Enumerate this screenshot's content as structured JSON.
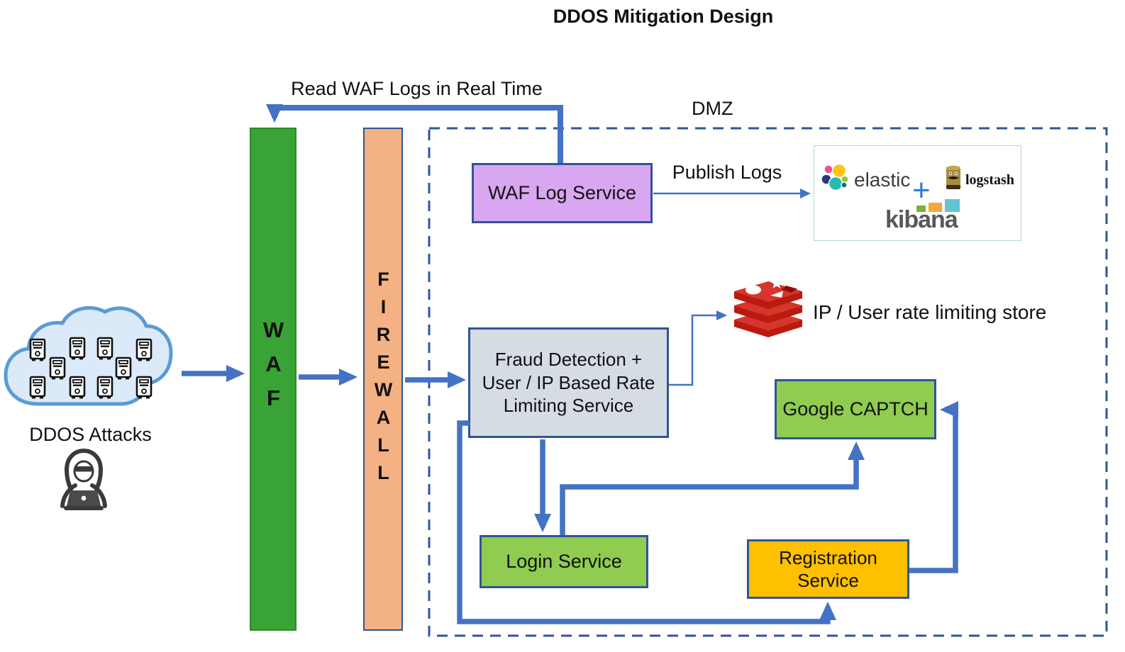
{
  "title": "DDOS Mitigation Design",
  "dmz_label": "DMZ",
  "annotations": {
    "read_waf_logs": "Read WAF Logs in Real Time",
    "publish_logs": "Publish Logs",
    "ddos_attacks": "DDOS Attacks",
    "rate_limit_store": "IP / User rate limiting store"
  },
  "nodes": {
    "waf": {
      "label": "WAF",
      "fill": "#3AA335"
    },
    "firewall": {
      "label": "FIREWALL",
      "fill": "#F4B183"
    },
    "waf_log_service": {
      "label": "WAF Log Service",
      "fill": "#D9A6F2"
    },
    "fraud_service": {
      "lines": [
        "Fraud Detection +",
        "User / IP Based Rate",
        "Limiting Service"
      ],
      "fill": "#D6DCE4"
    },
    "google_captcha": {
      "label": "Google CAPTCH",
      "fill": "#8FCC4F"
    },
    "login_service": {
      "label": "Login Service",
      "fill": "#8FCC4F"
    },
    "registration_service": {
      "lines": [
        "Registration",
        "Service"
      ],
      "fill": "#FFC000"
    }
  },
  "logo_box": {
    "elastic": "elastic",
    "plus": "+",
    "logstash": "logstash",
    "kibana": "kibana"
  },
  "icons": {
    "attack_cloud": "cloud-of-botnet-servers",
    "hacker": "hooded-hacker-with-laptop",
    "redis": "redis-database-stack"
  },
  "colors": {
    "arrow": "#4472C4",
    "box_border": "#2F5597",
    "dmz_dash": "#2F5597",
    "cloud_fill": "#DBEAF8",
    "cloud_border": "#5B9BD5",
    "redis_red_top": "#D7352B",
    "redis_red_front": "#BB1A0E"
  }
}
